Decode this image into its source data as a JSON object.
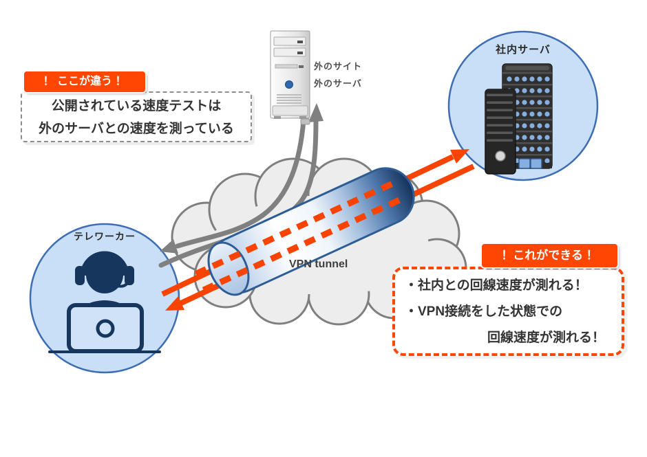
{
  "callout_left": {
    "badge": "！ ここが違う ！",
    "line1": "公開されている速度テストは",
    "line2": "外のサーバとの速度を測っている"
  },
  "callout_right": {
    "badge": "！これができる ！",
    "line1": "・社内との回線速度が測れる！",
    "line2": "・VPN接続をした状態での",
    "line3": "回線速度が測れる！"
  },
  "labels": {
    "external_site_line1": "外のサイト",
    "external_site_line2": "外のサーバ",
    "company_server": "社内サーバ",
    "teleworker": "テレワーカー",
    "vpn_tunnel": "VPN tunnel"
  },
  "colors": {
    "accent_orange": "#FF4603",
    "arrow_orange": "#F94301",
    "circle_fill": "#C9DFF7",
    "circle_border": "#3E6DB3",
    "navy": "#17365D",
    "cloud_fill": "#EDEDED",
    "cloud_stroke": "#7F7F7F",
    "gray_arrow": "#808080",
    "tunnel_border": "#2E5C94"
  }
}
